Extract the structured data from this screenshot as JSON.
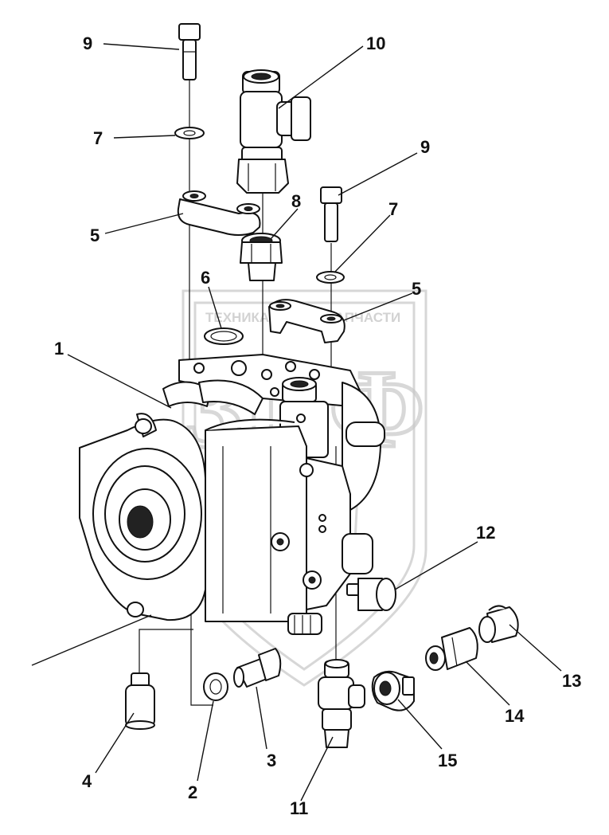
{
  "watermark": {
    "left_word": "ТЕХНИКА",
    "right_word": "ЗАПЧАСТИ",
    "letters": "ЗПФ",
    "icon": "gear-icon"
  },
  "callouts": [
    {
      "id": "label-1",
      "text": "1"
    },
    {
      "id": "label-2",
      "text": "2"
    },
    {
      "id": "label-3",
      "text": "3"
    },
    {
      "id": "label-4",
      "text": "4"
    },
    {
      "id": "label-5-upper",
      "text": "5"
    },
    {
      "id": "label-5-lower",
      "text": "5"
    },
    {
      "id": "label-6",
      "text": "6"
    },
    {
      "id": "label-7-left",
      "text": "7"
    },
    {
      "id": "label-7-right",
      "text": "7"
    },
    {
      "id": "label-8",
      "text": "8"
    },
    {
      "id": "label-9-left",
      "text": "9"
    },
    {
      "id": "label-9-right",
      "text": "9"
    },
    {
      "id": "label-10",
      "text": "10"
    },
    {
      "id": "label-11",
      "text": "11"
    },
    {
      "id": "label-12",
      "text": "12"
    },
    {
      "id": "label-13",
      "text": "13"
    },
    {
      "id": "label-14",
      "text": "14"
    },
    {
      "id": "label-15",
      "text": "15"
    }
  ]
}
